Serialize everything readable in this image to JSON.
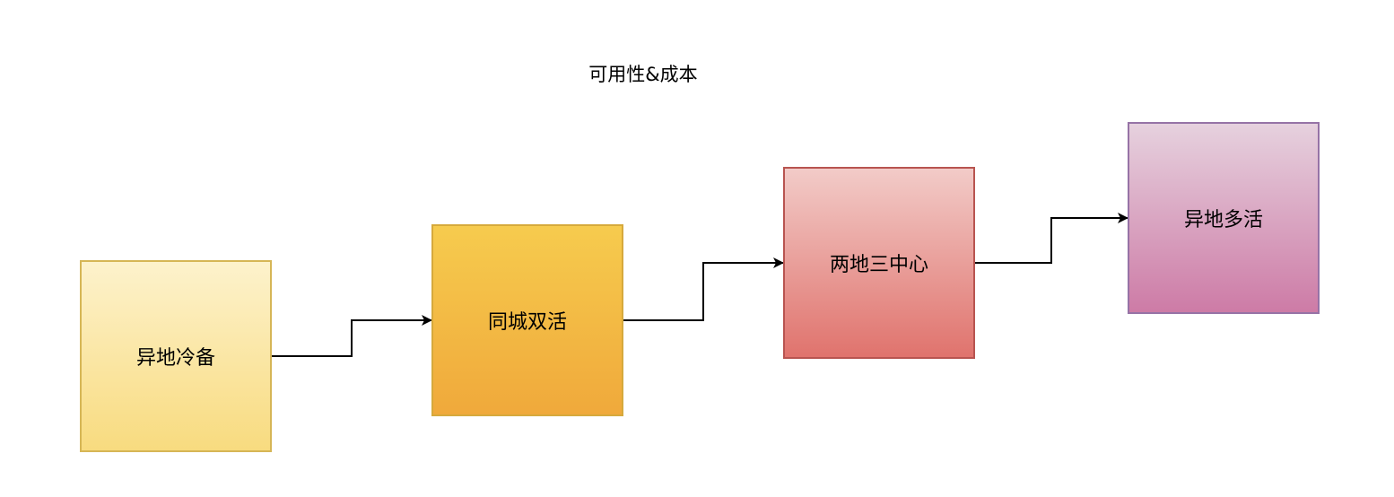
{
  "diagram": {
    "title": "可用性&成本",
    "nodes": [
      {
        "label": "异地冷备",
        "gradient_top": "#fdf2cc",
        "gradient_bottom": "#f8db7f",
        "border": "#d6b656"
      },
      {
        "label": "同城双活",
        "gradient_top": "#f6cb4e",
        "gradient_bottom": "#f0a93b",
        "border": "#d6a93c"
      },
      {
        "label": "两地三中心",
        "gradient_top": "#f2cbc8",
        "gradient_bottom": "#e0736d",
        "border": "#b85450"
      },
      {
        "label": "异地多活",
        "gradient_top": "#e6d1de",
        "gradient_bottom": "#cd7ba6",
        "border": "#9673a6"
      }
    ],
    "edges": [
      {
        "from": 0,
        "to": 1
      },
      {
        "from": 1,
        "to": 2
      },
      {
        "from": 2,
        "to": 3
      }
    ],
    "edge_color": "#000000"
  }
}
